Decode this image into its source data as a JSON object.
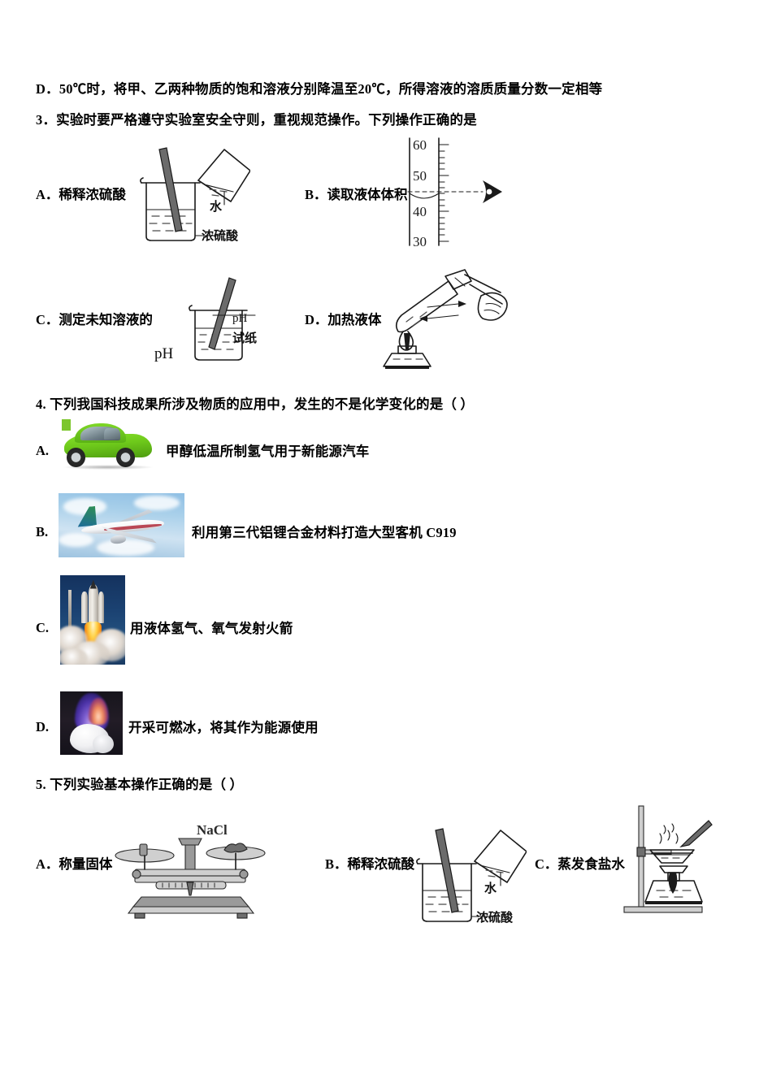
{
  "document": {
    "type": "chinese-chemistry-exam-page",
    "language": "zh-CN"
  },
  "questions": [
    {
      "id": "q2-option-d",
      "label": "D．",
      "text": "50℃时，将甲、乙两种物质的饱和溶液分别降温至20℃，所得溶液的溶质质量分数一定相等"
    },
    {
      "id": "q3",
      "number": "3．",
      "stem": "实验时要严格遵守实验室安全守则，重视规范操作。下列操作正确的是",
      "options": [
        {
          "label": "A．",
          "text": "稀释浓硫酸",
          "figure": "dilute-sulfuric-acid",
          "figure_labels": [
            "水",
            "浓硫酸"
          ]
        },
        {
          "label": "B．",
          "text": "读取液体体积",
          "figure": "graduated-cylinder-reading",
          "scale_ticks": [
            "60",
            "50",
            "40",
            "30"
          ],
          "meniscus_value": 46
        },
        {
          "label": "C．",
          "text": "测定未知溶液的",
          "text_suffix": "pH",
          "figure": "ph-test-paper-in-beaker",
          "figure_labels": [
            "pH",
            "试纸"
          ]
        },
        {
          "label": "D．",
          "text": "加热液体",
          "figure": "heating-test-tube-over-burner"
        }
      ]
    },
    {
      "id": "q4",
      "number": "4.",
      "stem": "下列我国科技成果所涉及物质的应用中，发生的不是化学变化的是（      ）",
      "options": [
        {
          "label": "A.",
          "text": "甲醇低温所制氢气用于新能源汽车",
          "image": "green-car-photo"
        },
        {
          "label": "B.",
          "text": "利用第三代铝锂合金材料打造大型客机 C919",
          "image": "airplane-photo"
        },
        {
          "label": "C.",
          "text": "用液体氢气、氧气发射火箭",
          "image": "rocket-launch-photo"
        },
        {
          "label": "D.",
          "text": "开采可燃冰，将其作为能源使用",
          "image": "burning-methane-hydrate-photo"
        }
      ]
    },
    {
      "id": "q5",
      "number": "5.",
      "stem": "下列实验基本操作正确的是（   ）",
      "options": [
        {
          "label": "A．",
          "text": "称量固体",
          "figure": "balance-scale",
          "figure_labels": [
            "NaCl"
          ]
        },
        {
          "label": "B．",
          "text": "稀释浓硫酸",
          "figure": "dilute-sulfuric-acid",
          "figure_labels": [
            "水",
            "浓硫酸"
          ]
        },
        {
          "label": "C．",
          "text": "蒸发食盐水",
          "figure": "evaporating-dish-on-stand"
        }
      ]
    }
  ]
}
